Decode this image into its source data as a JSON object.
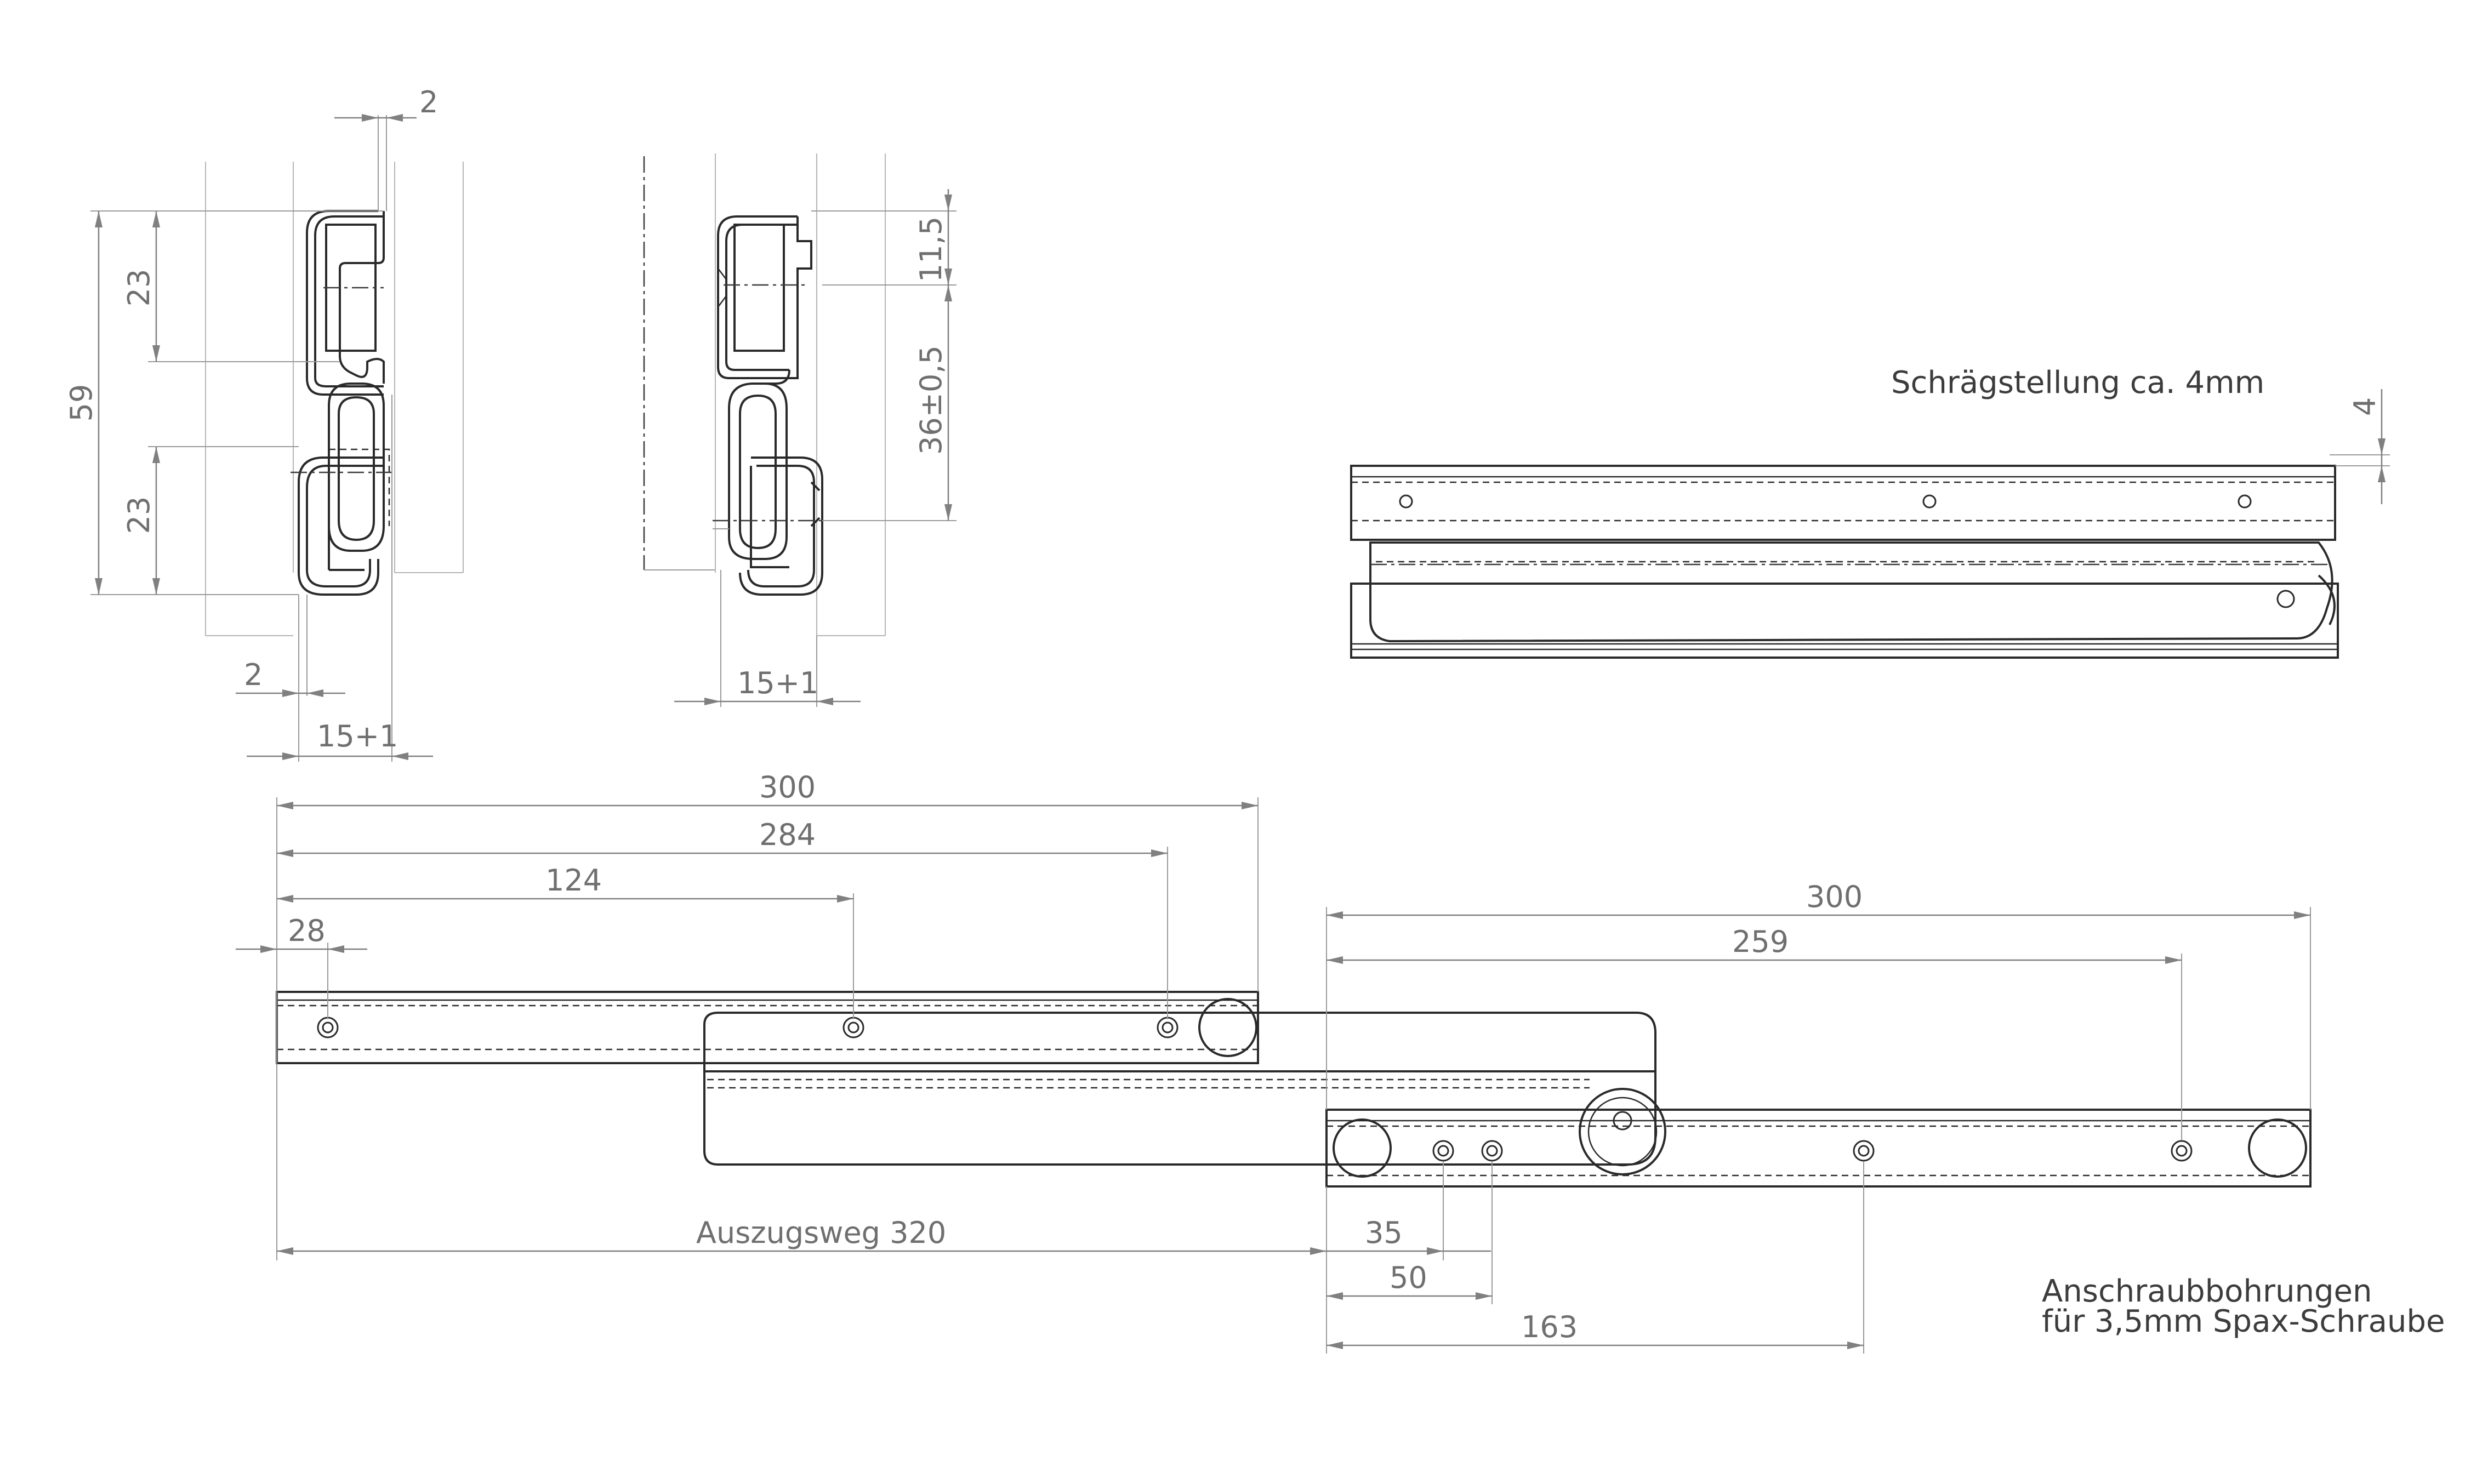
{
  "dimensions": {
    "d_2_top": "2",
    "d_23_upper": "23",
    "d_59": "59",
    "d_23_lower": "23",
    "d_2_bottom": "2",
    "d_15_left": "15+1",
    "d_15_mid": "15+1",
    "d_11_5": "11,5",
    "d_36": "36±0,5",
    "d_4": "4",
    "d_300_top": "300",
    "d_284": "284",
    "d_124": "124",
    "d_28": "28",
    "d_auszug": "Auszugsweg 320",
    "d_300_right": "300",
    "d_259": "259",
    "d_35": "35",
    "d_50": "50",
    "d_163": "163"
  },
  "notes": {
    "tilt": "Schrägstellung ca. 4mm",
    "mount_line1": "Anschraubbohrungen",
    "mount_line2": "für 3,5mm Spax-Schraube"
  }
}
